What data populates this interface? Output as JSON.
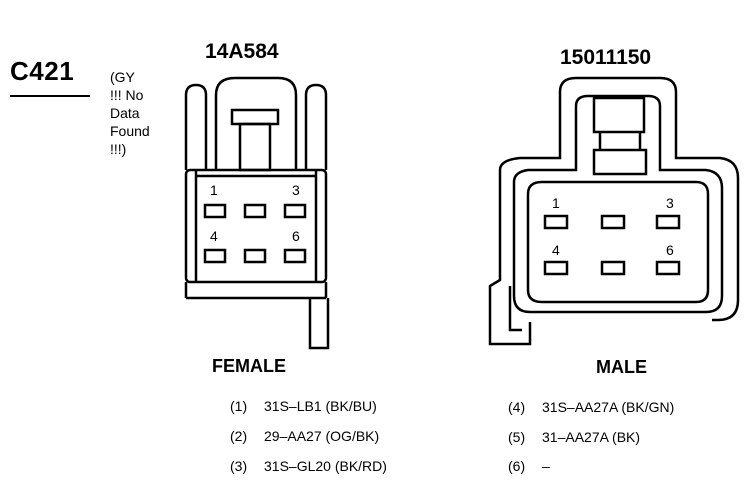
{
  "connector": {
    "id": "C421",
    "note_lines": [
      "(GY",
      "!!! No",
      "Data",
      "Found",
      "!!!)"
    ]
  },
  "female": {
    "part_number": "14A584",
    "label": "FEMALE",
    "pin_labels": [
      "1",
      "3",
      "4",
      "6"
    ]
  },
  "male": {
    "part_number": "15011150",
    "label": "MALE",
    "pin_labels": [
      "1",
      "3",
      "4",
      "6"
    ]
  },
  "pins": [
    {
      "num": "(1)",
      "circuit": "31S–LB1 (BK/BU)"
    },
    {
      "num": "(2)",
      "circuit": "29–AA27 (OG/BK)"
    },
    {
      "num": "(3)",
      "circuit": "31S–GL20 (BK/RD)"
    },
    {
      "num": "(4)",
      "circuit": "31S–AA27A (BK/GN)"
    },
    {
      "num": "(5)",
      "circuit": "31–AA27A (BK)"
    },
    {
      "num": "(6)",
      "circuit": "–"
    }
  ]
}
